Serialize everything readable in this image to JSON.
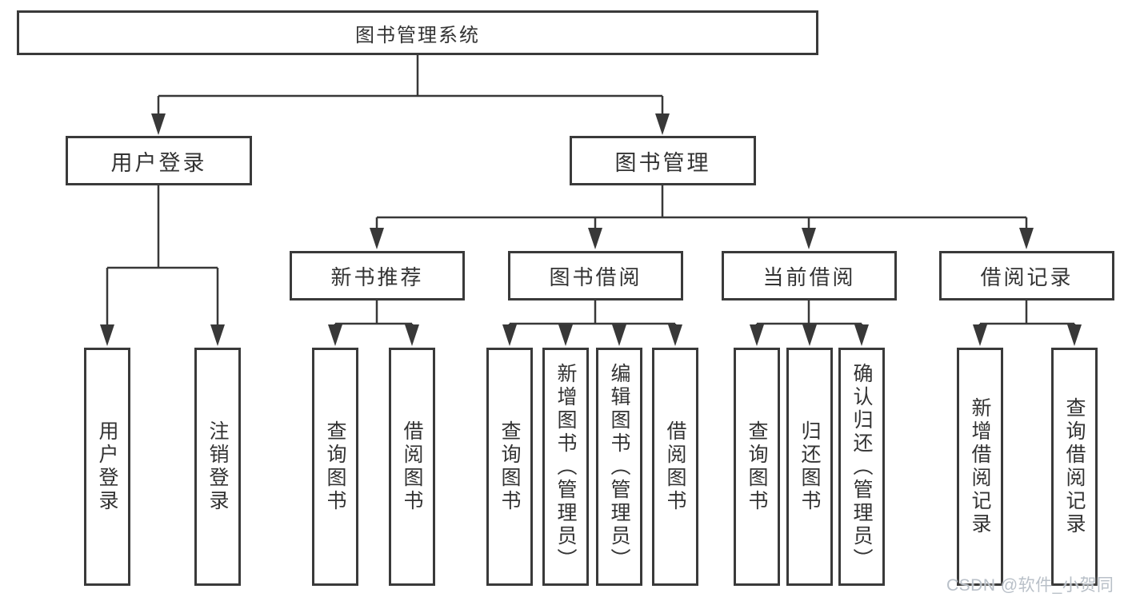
{
  "diagram": {
    "type": "hierarchy-tree",
    "root": {
      "label": "图书管理系统"
    },
    "level2": [
      {
        "id": "user-login",
        "label": "用户登录"
      },
      {
        "id": "book-management",
        "label": "图书管理"
      }
    ],
    "level3": [
      {
        "id": "new-book-recommend",
        "label": "新书推荐",
        "parent": "book-management"
      },
      {
        "id": "book-borrowing",
        "label": "图书借阅",
        "parent": "book-management"
      },
      {
        "id": "current-borrowing",
        "label": "当前借阅",
        "parent": "book-management"
      },
      {
        "id": "borrowing-records",
        "label": "借阅记录",
        "parent": "book-management"
      }
    ],
    "leaves": {
      "user_login": [
        {
          "label": "用户登录"
        },
        {
          "label": "注销登录"
        }
      ],
      "new_book_recommend": [
        {
          "label": "查询图书"
        },
        {
          "label": "借阅图书"
        }
      ],
      "book_borrowing": [
        {
          "label": "查询图书"
        },
        {
          "label": "新增图书（管理员）"
        },
        {
          "label": "编辑图书（管理员）"
        },
        {
          "label": "借阅图书"
        }
      ],
      "current_borrowing": [
        {
          "label": "查询图书"
        },
        {
          "label": "归还图书"
        },
        {
          "label": "确认归还（管理员）"
        }
      ],
      "borrowing_records": [
        {
          "label": "新增借阅记录"
        },
        {
          "label": "查询借阅记录"
        }
      ]
    }
  },
  "watermark": {
    "text": "CSDN @软件_小贺同学",
    "color": "#b9c0c8"
  },
  "colors": {
    "line": "#383838",
    "box_border": "#3a3a3a",
    "text": "#333333",
    "background": "#ffffff"
  }
}
